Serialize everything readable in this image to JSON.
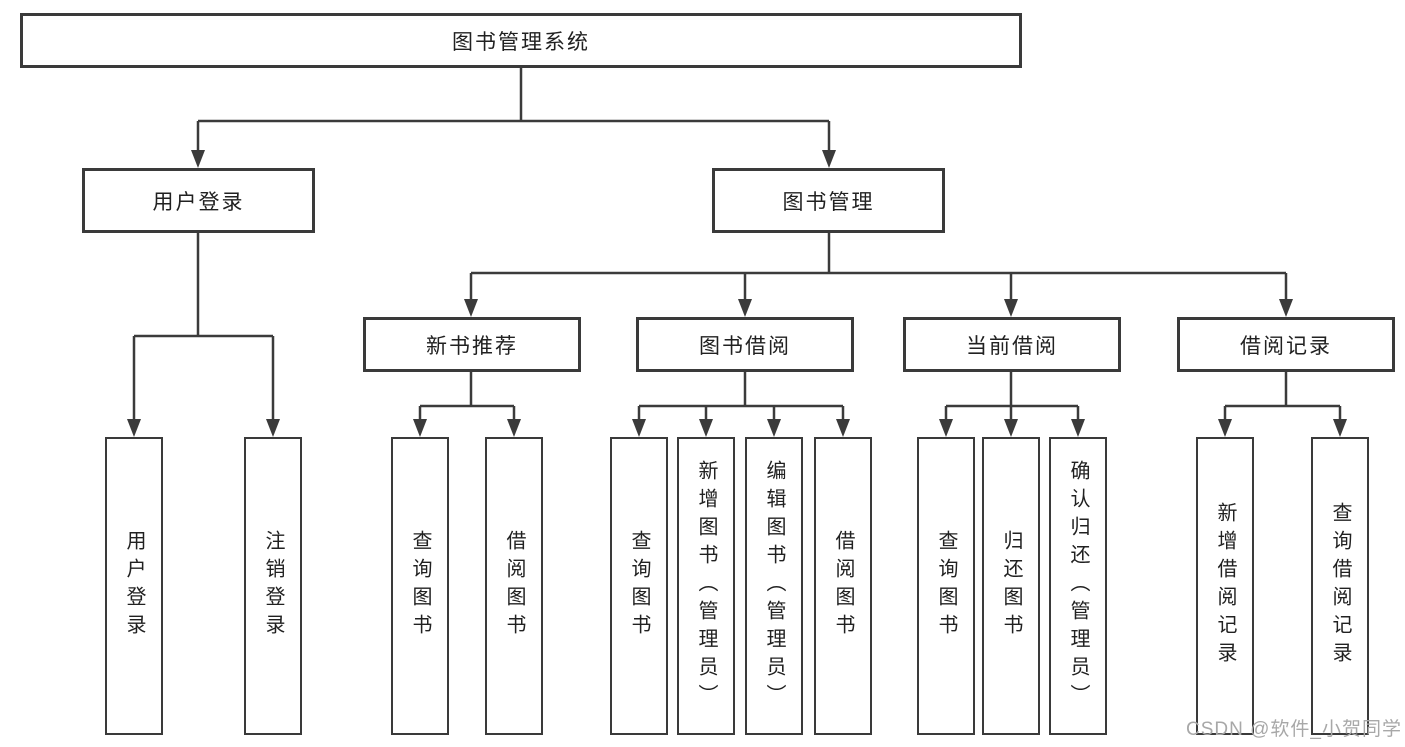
{
  "diagram": {
    "title": "图书管理系统",
    "colors": {
      "background": "#ffffff",
      "line": "#3b3b3b",
      "box_border": "#3a3a3a",
      "text": "#212121",
      "watermark": "#a8a8a8"
    },
    "root": {
      "label": "图书管理系统"
    },
    "level2": [
      {
        "label": "用户登录"
      },
      {
        "label": "图书管理"
      }
    ],
    "level3": [
      {
        "label": "新书推荐"
      },
      {
        "label": "图书借阅"
      },
      {
        "label": "当前借阅"
      },
      {
        "label": "借阅记录"
      }
    ],
    "leaves": {
      "login": [
        "用户登录",
        "注销登录"
      ],
      "recommend": [
        "查询图书",
        "借阅图书"
      ],
      "borrow": [
        "查询图书",
        "新增图书（管理员）",
        "编辑图书（管理员）",
        "借阅图书"
      ],
      "current": [
        "查询图书",
        "归还图书",
        "确认归还（管理员）"
      ],
      "records": [
        "新增借阅记录",
        "查询借阅记录"
      ]
    },
    "watermark": "CSDN @软件_小贺同学"
  }
}
